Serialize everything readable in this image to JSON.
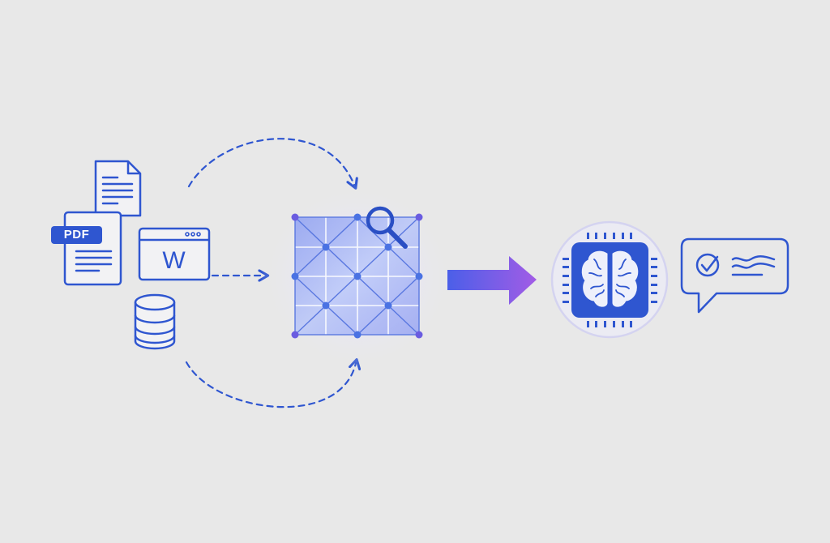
{
  "diagram": {
    "title": "",
    "colors": {
      "background": "#e8e8e8",
      "stroke_blue": "#2f56d0",
      "grid_fill_light": "#b7c3f7",
      "grid_fill_mid": "#8fa2f2",
      "node_blue": "#4a72e3",
      "node_purple": "#6a5ce0",
      "arrow_start": "#4b5fe8",
      "arrow_end": "#a25ce6",
      "chip_fill": "#2f56d0",
      "halo": "#d8d6f2"
    },
    "sources": {
      "items": [
        {
          "id": "text-document",
          "icon": "document-icon"
        },
        {
          "id": "pdf-document",
          "icon": "pdf-document-icon",
          "badge": "PDF"
        },
        {
          "id": "web-page",
          "icon": "browser-window-icon",
          "letter": "W"
        },
        {
          "id": "database",
          "icon": "database-icon"
        }
      ]
    },
    "index": {
      "icon": "vector-grid-icon",
      "overlay_icon": "magnifier-icon",
      "grid": "4x4 with diagonal mesh"
    },
    "flow_arrows": [
      {
        "id": "top-curve",
        "style": "dashed",
        "direction": "to-index-top"
      },
      {
        "id": "middle",
        "style": "dashed",
        "direction": "to-index-left"
      },
      {
        "id": "bottom-curve",
        "style": "dashed",
        "direction": "to-index-bottom"
      },
      {
        "id": "main",
        "style": "solid-gradient",
        "direction": "index-to-model"
      }
    ],
    "model": {
      "icon": "brain-chip-icon"
    },
    "output": {
      "icon": "chat-bubble-check-icon"
    }
  }
}
